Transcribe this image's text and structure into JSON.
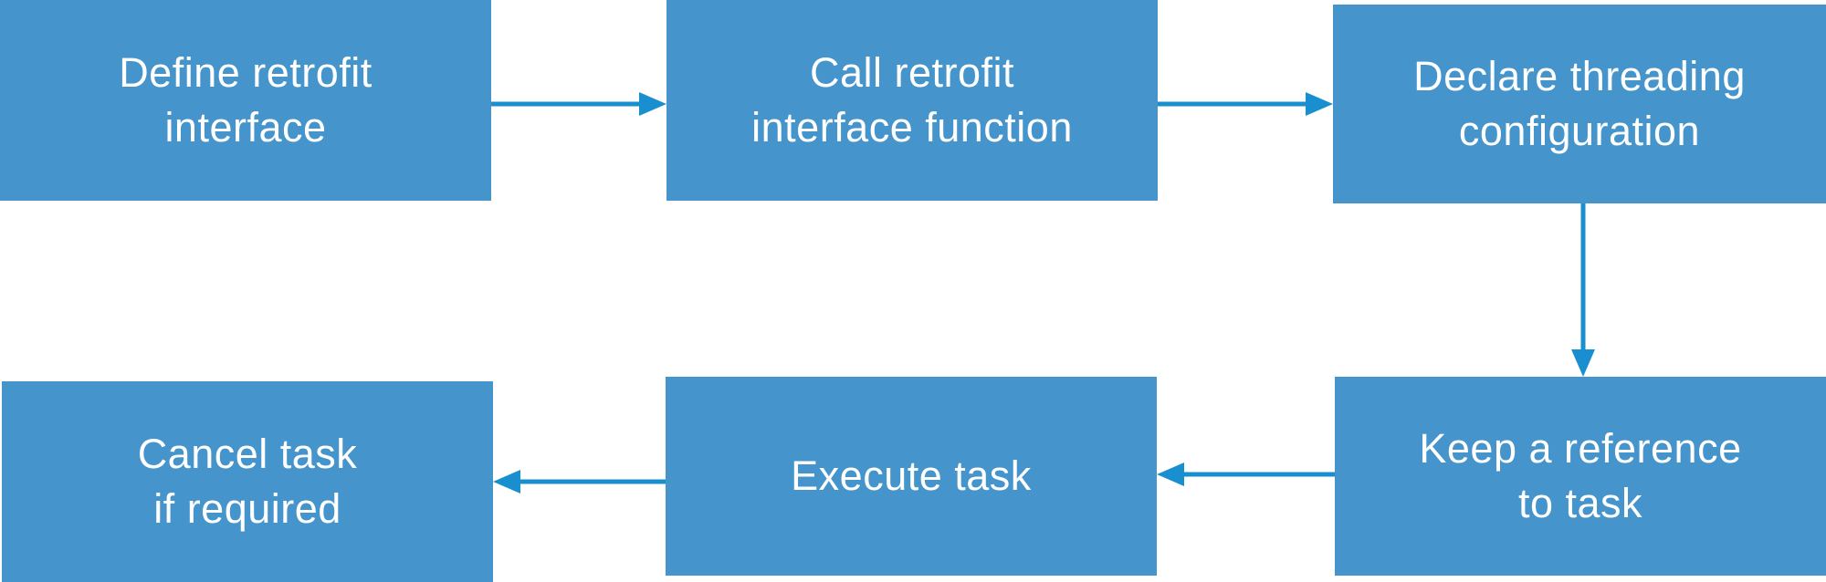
{
  "diagram": {
    "steps": [
      {
        "label": "Define retrofit\ninterface"
      },
      {
        "label": "Call retrofit\ninterface function"
      },
      {
        "label": "Declare threading\nconfiguration"
      },
      {
        "label": "Keep a reference\nto task"
      },
      {
        "label": "Execute task"
      },
      {
        "label": "Cancel task\nif required"
      }
    ],
    "colors": {
      "box_fill": "#4594cc",
      "box_text": "#ffffff",
      "arrow": "#1a8fd0"
    }
  }
}
